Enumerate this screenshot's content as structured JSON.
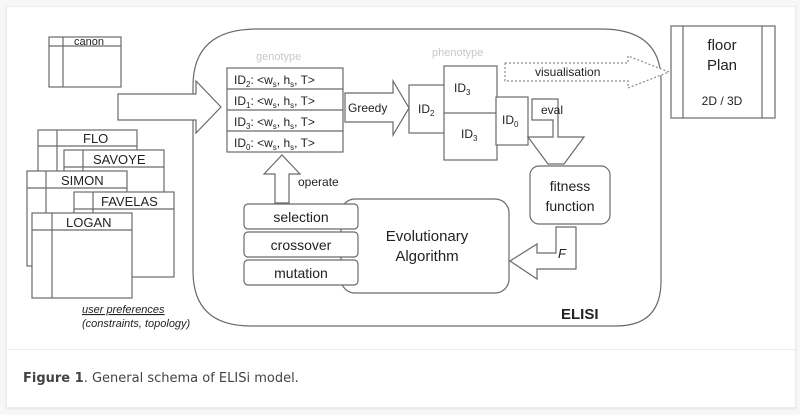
{
  "figure": {
    "sources": {
      "canon": "canon",
      "designs": [
        "FLO",
        "SAVOYE",
        "SIMON",
        "FAVELAS",
        "LOGAN"
      ],
      "user_preferences": "user preferences",
      "constraints": "(constraints, topology)"
    },
    "genotype": {
      "label": "genotype",
      "rows": [
        {
          "id": "ID",
          "sub": "2",
          "value": ": <w",
          "ws": "s",
          "mid": ", h",
          "hs": "s",
          "end": ", T>"
        },
        {
          "id": "ID",
          "sub": "1",
          "value": ": <w",
          "ws": "s",
          "mid": ", h",
          "hs": "s",
          "end": ", T>"
        },
        {
          "id": "ID",
          "sub": "3",
          "value": ": <w",
          "ws": "s",
          "mid": ", h",
          "hs": "s",
          "end": ", T>"
        },
        {
          "id": "ID",
          "sub": "0",
          "value": ": <w",
          "ws": "s",
          "mid": ", h",
          "hs": "s",
          "end": ", T>"
        }
      ]
    },
    "greedy": "Greedy",
    "phenotype": {
      "label": "phenotype",
      "cells": [
        {
          "id": "ID",
          "sub": "2"
        },
        {
          "id": "ID",
          "sub": "3"
        },
        {
          "id": "ID",
          "sub": "3"
        },
        {
          "id": "ID",
          "sub": "0"
        }
      ]
    },
    "visualisation": "visualisation",
    "output": {
      "line1": "floor",
      "line2": "Plan",
      "line3": "2D / 3D"
    },
    "eval": "eval",
    "fitness": {
      "line1": "fitness",
      "line2": "function"
    },
    "f_label": "F",
    "operate": "operate",
    "operators": [
      "selection",
      "crossover",
      "mutation"
    ],
    "algorithm": {
      "line1": "Evolutionary",
      "line2": "Algorithm"
    },
    "system_name": "ELISI"
  },
  "caption": {
    "label": "Figure 1",
    "text": ". General schema of ELISi model."
  }
}
